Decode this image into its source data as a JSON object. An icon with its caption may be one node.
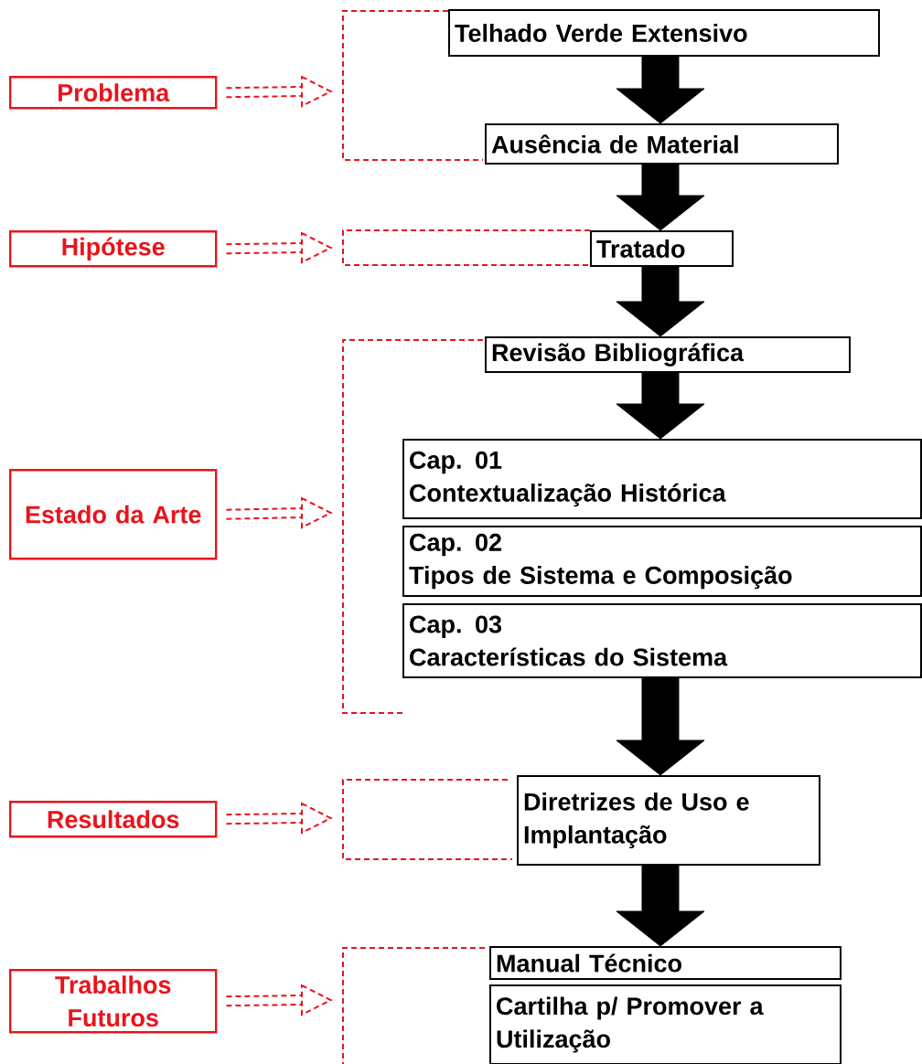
{
  "diagram": {
    "nodes": [
      {
        "text": [
          "Problema"
        ]
      },
      {
        "text": [
          "Hipótese"
        ]
      },
      {
        "text": [
          "Estado da Arte"
        ]
      },
      {
        "text": [
          "Resultados"
        ]
      },
      {
        "text": [
          "Trabalhos Futuros"
        ]
      },
      {
        "text": [
          "Telhado Verde Extensivo"
        ]
      },
      {
        "text": [
          "Ausência de Material"
        ]
      },
      {
        "text": [
          "Tratado"
        ]
      },
      {
        "text": [
          "Revisão Bibliográfica"
        ]
      },
      {
        "text": [
          "Cap. 01",
          "Contextualização Histórica"
        ]
      },
      {
        "text": [
          "Cap. 02",
          "Tipos de Sistema e Composição"
        ]
      },
      {
        "text": [
          "Cap. 03",
          "Características do Sistema"
        ]
      },
      {
        "text": [
          "Diretrizes de Uso e Implantação"
        ]
      },
      {
        "text": [
          "Manual Técnico"
        ]
      },
      {
        "text": [
          "Cartilha p/ Promover a Utilização"
        ]
      },
      {
        "text": [],
        "shape": "bracket"
      },
      {
        "text": [],
        "shape": "bracket"
      },
      {
        "text": [],
        "shape": "bracket"
      },
      {
        "text": [],
        "shape": "bracket"
      },
      {
        "text": [],
        "shape": "bracket"
      }
    ],
    "edges": [
      {
        "from": 5,
        "to": 6,
        "arrow": "to"
      },
      {
        "from": 6,
        "to": 7,
        "arrow": "to"
      },
      {
        "from": 7,
        "to": 8,
        "arrow": "to"
      },
      {
        "from": 8,
        "to": 9,
        "arrow": "to"
      },
      {
        "from": 11,
        "to": 12,
        "arrow": "to"
      },
      {
        "from": 12,
        "to": 13,
        "arrow": "to"
      },
      {
        "from": 0,
        "to": 15,
        "arrow": "to",
        "style": "dashed",
        "color": "#e8141c"
      },
      {
        "from": 1,
        "to": 16,
        "arrow": "to",
        "style": "dashed",
        "color": "#e8141c"
      },
      {
        "from": 2,
        "to": 17,
        "arrow": "to",
        "style": "dashed",
        "color": "#e8141c"
      },
      {
        "from": 3,
        "to": 18,
        "arrow": "to",
        "style": "dashed",
        "color": "#e8141c"
      },
      {
        "from": 4,
        "to": 19,
        "arrow": "to",
        "style": "dashed",
        "color": "#e8141c"
      }
    ]
  }
}
